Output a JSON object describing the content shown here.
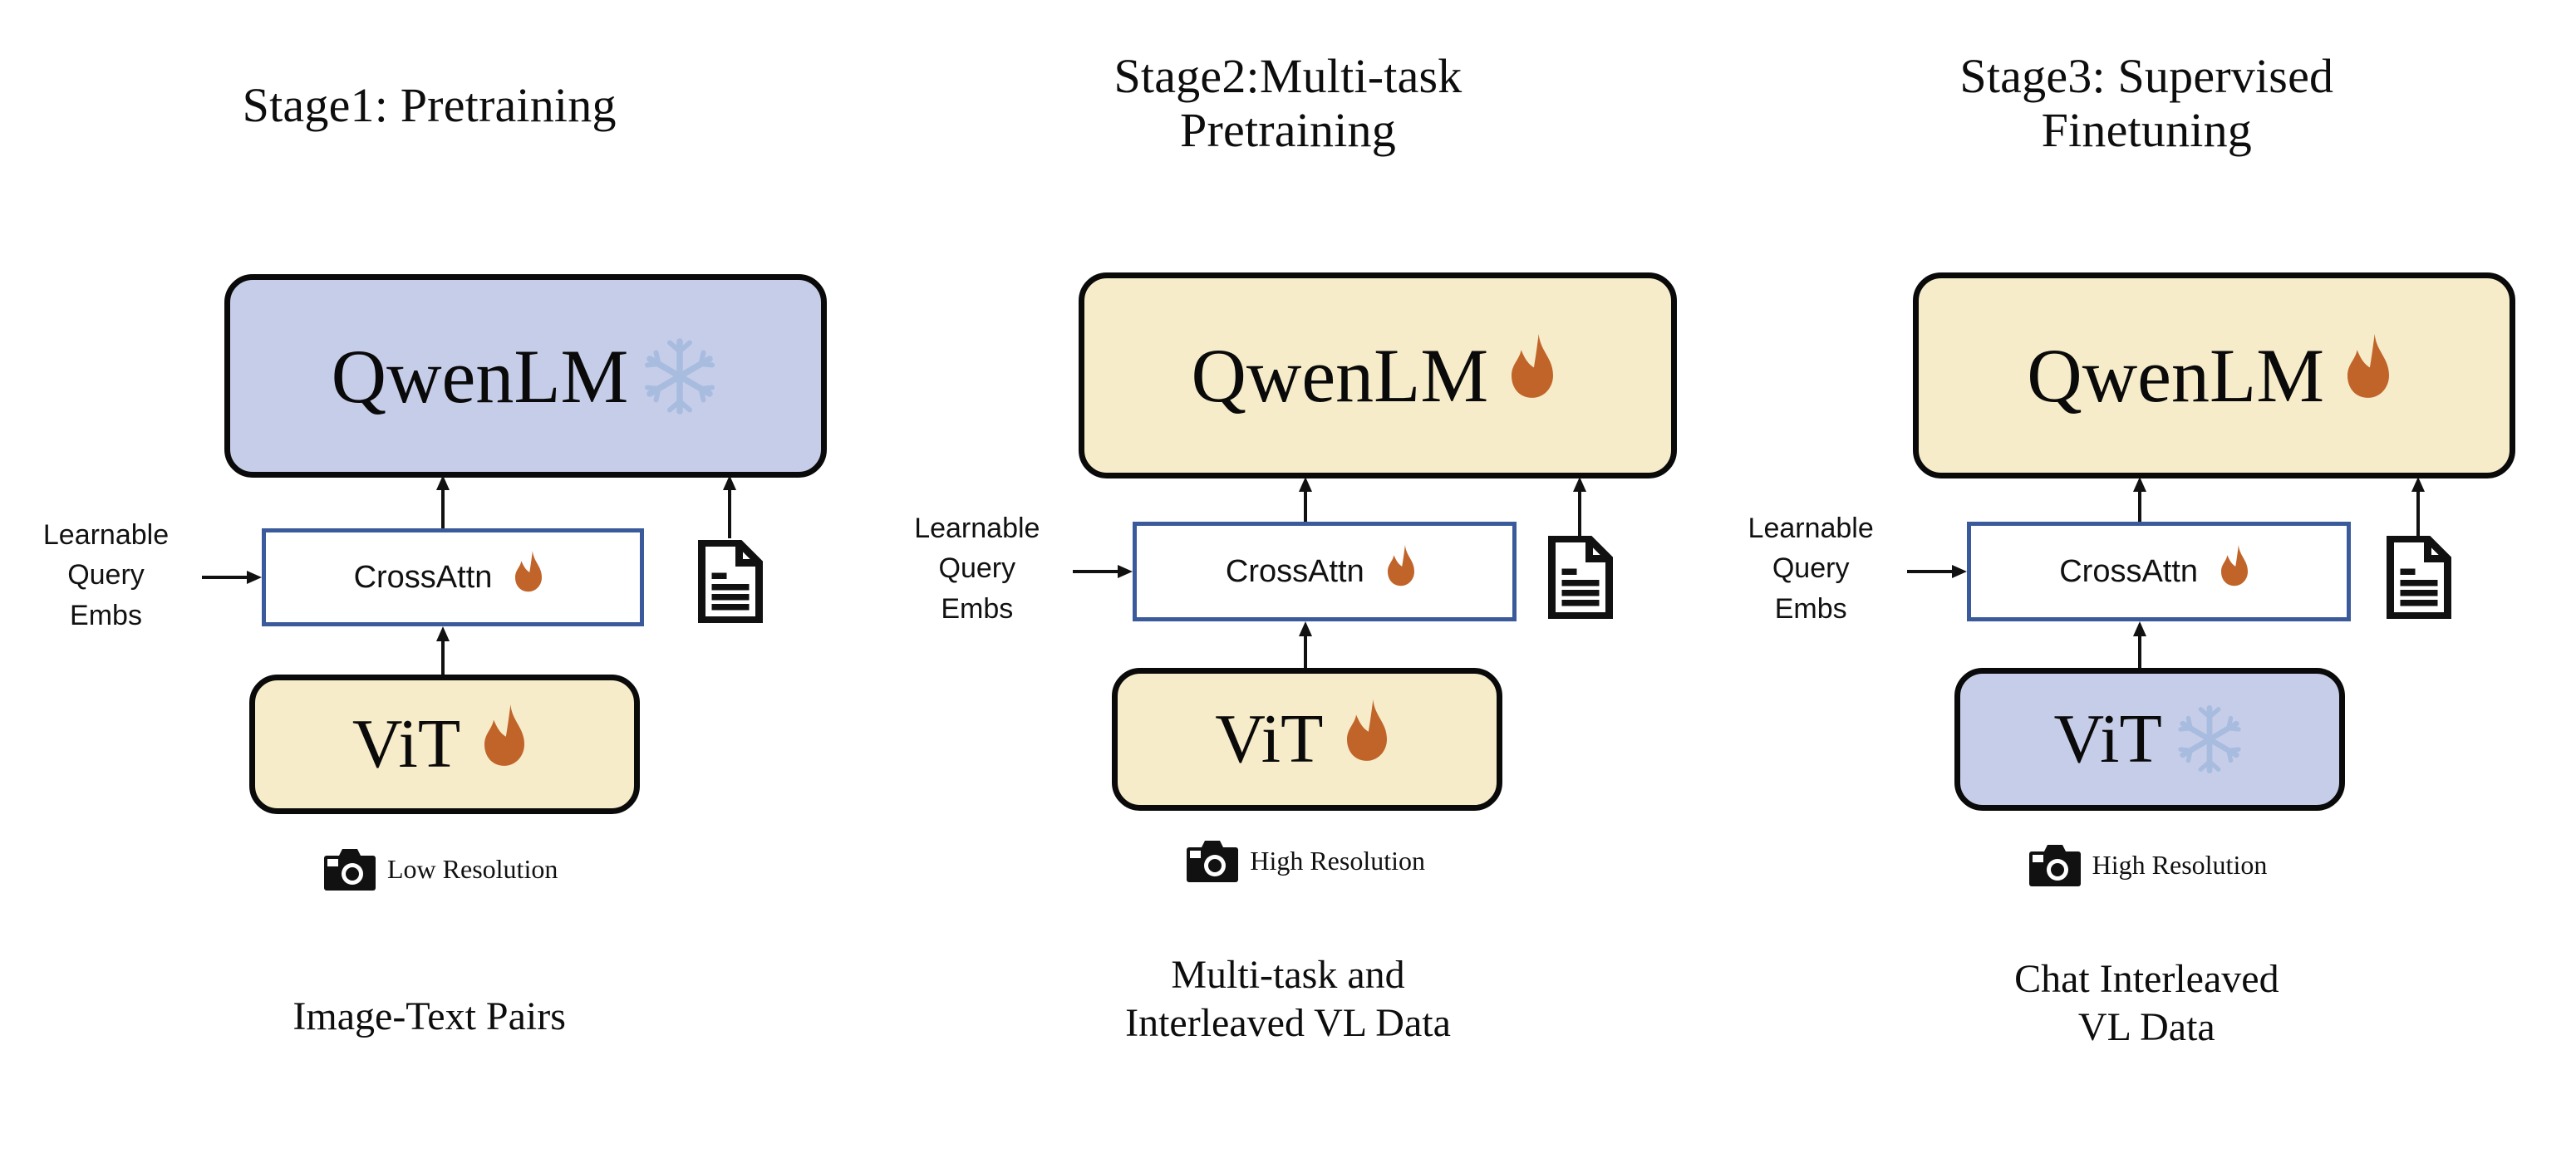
{
  "figure": {
    "kind": "training-pipeline-diagram",
    "background_color": "#ffffff",
    "palette": {
      "frozen_fill": "#c6cde9",
      "trainable_fill": "#f6ecca",
      "box_border": "#0a0a0a",
      "crossattn_border": "#3a5a9b",
      "crossattn_fill": "#ffffff",
      "flame_color": "#c1642a",
      "snowflake_color": "#a8bcdf",
      "text_color": "#0d0d0d"
    }
  },
  "stages": [
    {
      "title": "Stage1: Pretraining",
      "language_model": {
        "label": "QwenLM",
        "state_icon": "snowflake-icon",
        "state": "frozen"
      },
      "connector": {
        "label": "CrossAttn",
        "state_icon": "flame-icon",
        "state": "trainable"
      },
      "query_label": "Learnable\nQuery\nEmbs",
      "text_source_icon": "document-icon",
      "vision_encoder": {
        "label": "ViT",
        "state_icon": "flame-icon",
        "state": "trainable"
      },
      "image_input": {
        "icon": "camera-icon",
        "label": "Low Resolution"
      },
      "data_caption": "Image-Text Pairs"
    },
    {
      "title": "Stage2:Multi-task\nPretraining",
      "language_model": {
        "label": "QwenLM",
        "state_icon": "flame-icon",
        "state": "trainable"
      },
      "connector": {
        "label": "CrossAttn",
        "state_icon": "flame-icon",
        "state": "trainable"
      },
      "query_label": "Learnable\nQuery\nEmbs",
      "text_source_icon": "document-icon",
      "vision_encoder": {
        "label": "ViT",
        "state_icon": "flame-icon",
        "state": "trainable"
      },
      "image_input": {
        "icon": "camera-icon",
        "label": "High Resolution"
      },
      "data_caption": "Multi-task and\nInterleaved VL Data"
    },
    {
      "title": "Stage3: Supervised\nFinetuning",
      "language_model": {
        "label": "QwenLM",
        "state_icon": "flame-icon",
        "state": "trainable"
      },
      "connector": {
        "label": "CrossAttn",
        "state_icon": "flame-icon",
        "state": "trainable"
      },
      "query_label": "Learnable\nQuery\nEmbs",
      "text_source_icon": "document-icon",
      "vision_encoder": {
        "label": "ViT",
        "state_icon": "snowflake-icon",
        "state": "frozen"
      },
      "image_input": {
        "icon": "camera-icon",
        "label": "High Resolution"
      },
      "data_caption": "Chat Interleaved\nVL Data"
    }
  ]
}
